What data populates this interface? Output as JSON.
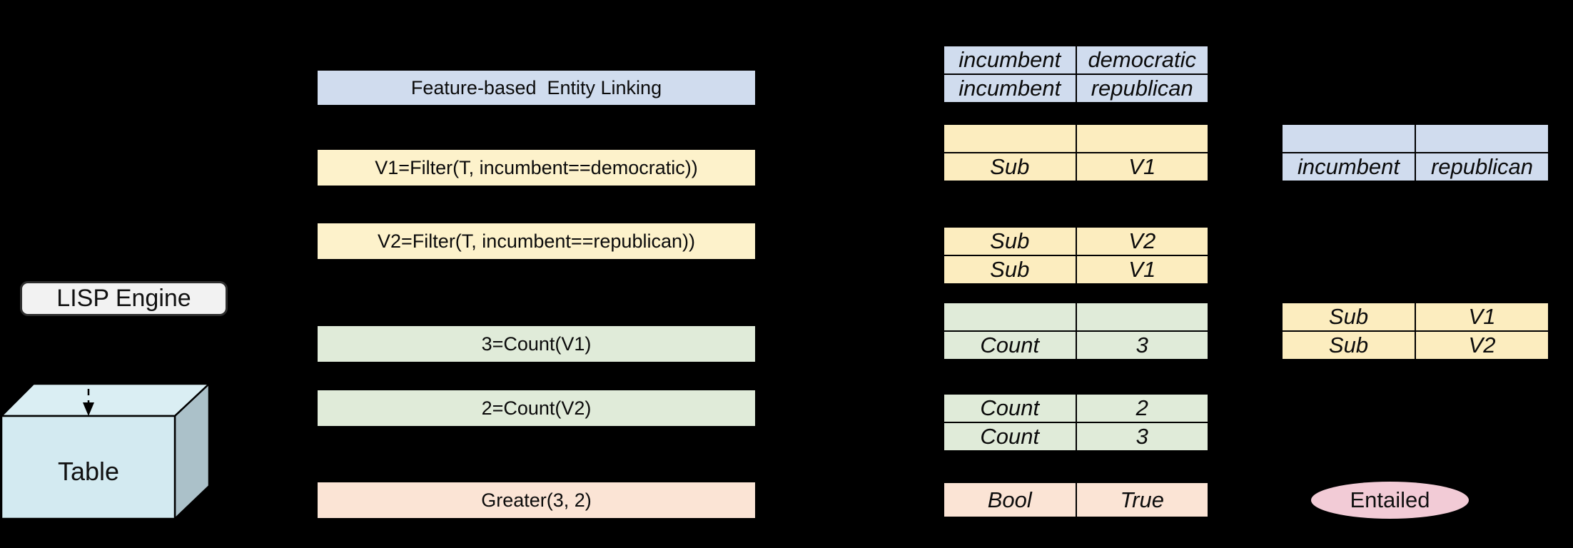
{
  "left": {
    "engine_label": "LISP Engine",
    "cube_label": "Table"
  },
  "pipeline": [
    {
      "label": "Feature-based  Entity Linking",
      "color": "blue"
    },
    {
      "label": "V1=Filter(T, incumbent==democratic))",
      "color": "yellow"
    },
    {
      "label": "V2=Filter(T, incumbent==republican))",
      "color": "yellow"
    },
    {
      "label": "3=Count(V1)",
      "color": "green"
    },
    {
      "label": "2=Count(V2)",
      "color": "green"
    },
    {
      "label": "Greater(3, 2)",
      "color": "peach"
    }
  ],
  "mid_tables": [
    {
      "color": "blue",
      "rows": [
        [
          "incumbent",
          "democratic"
        ],
        [
          "incumbent",
          "republican"
        ]
      ]
    },
    {
      "color": "yellow",
      "rows": [
        [
          "",
          ""
        ],
        [
          "Sub",
          "V1"
        ]
      ]
    },
    {
      "color": "yellow",
      "rows": [
        [
          "Sub",
          "V2"
        ],
        [
          "Sub",
          "V1"
        ]
      ]
    },
    {
      "color": "green",
      "rows": [
        [
          "",
          ""
        ],
        [
          "Count",
          "3"
        ]
      ]
    },
    {
      "color": "green",
      "rows": [
        [
          "Count",
          "2"
        ],
        [
          "Count",
          "3"
        ]
      ]
    },
    {
      "color": "peach",
      "rows": [
        [
          "Bool",
          "True"
        ]
      ]
    }
  ],
  "right_tables": [
    {
      "color": "blue",
      "rows": [
        [
          "",
          ""
        ],
        [
          "incumbent",
          "republican"
        ]
      ]
    },
    {
      "color": "yellow",
      "rows": [
        [
          "Sub",
          "V1"
        ],
        [
          "Sub",
          "V2"
        ]
      ]
    }
  ],
  "result": {
    "label": "Entailed"
  },
  "colors": {
    "background": "#000000",
    "blue": "#D0DCEE",
    "yellow_box": "#FDF2CB",
    "yellow_table": "#FCEDBF",
    "green": "#E0EBD9",
    "peach": "#FBE4D5",
    "pink_ellipse": "#F2CBD6",
    "engine_fill": "#F2F2F2",
    "cube_front": "#D3EAF1",
    "cube_top": "#DAEEF3",
    "cube_side": "#ABC1C9"
  }
}
